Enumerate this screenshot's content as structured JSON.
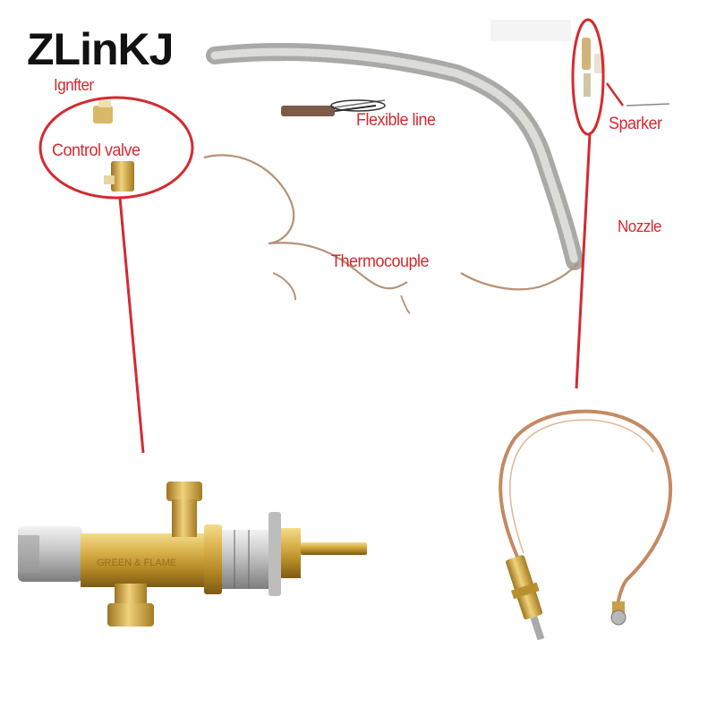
{
  "brand": {
    "logo_text": "ZLinKJ"
  },
  "labels": {
    "igniter": "Ignfter",
    "control_valve": "Control valve",
    "flexible_line": "Flexible line",
    "sparker": "Sparker",
    "nozzle": "Nozzle",
    "thermocouple": "Thermocouple"
  },
  "colors": {
    "callout_red": "#d42a30",
    "brass": "#c9a13a",
    "copper": "#c48a62"
  }
}
